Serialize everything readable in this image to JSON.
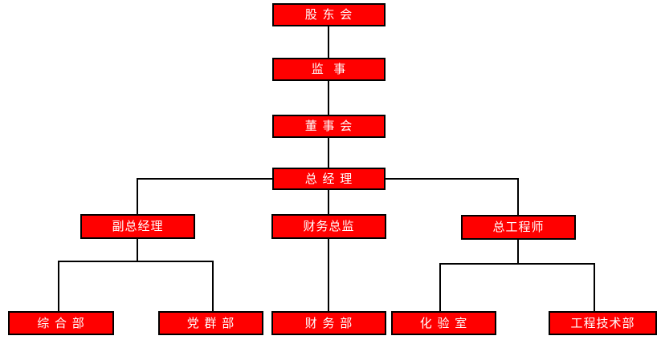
{
  "colors": {
    "node_fill": "#FF0000",
    "node_border": "#000000",
    "node_text": "#FFFFFF",
    "connector": "#000000",
    "background": "#FFFFFF"
  },
  "org_chart": {
    "type": "org-tree",
    "nodes": [
      {
        "id": "shareholders-meeting",
        "label": "股 东 会",
        "level": 1,
        "reports_to": null
      },
      {
        "id": "supervisor",
        "label": "监  事",
        "level": 2,
        "reports_to": "shareholders-meeting"
      },
      {
        "id": "board-of-directors",
        "label": "董 事 会",
        "level": 3,
        "reports_to": "supervisor"
      },
      {
        "id": "general-manager",
        "label": "总 经 理",
        "level": 4,
        "reports_to": "board-of-directors"
      },
      {
        "id": "deputy-general-manager",
        "label": "副总经理",
        "level": 5,
        "reports_to": "general-manager"
      },
      {
        "id": "finance-director",
        "label": "财务总监",
        "level": 5,
        "reports_to": "general-manager"
      },
      {
        "id": "chief-engineer",
        "label": "总工程师",
        "level": 5,
        "reports_to": "general-manager"
      },
      {
        "id": "general-affairs-dept",
        "label": "综 合 部",
        "level": 6,
        "reports_to": "deputy-general-manager"
      },
      {
        "id": "party-masses-dept",
        "label": "党 群 部",
        "level": 6,
        "reports_to": "deputy-general-manager"
      },
      {
        "id": "finance-dept",
        "label": "财 务 部",
        "level": 6,
        "reports_to": "finance-director"
      },
      {
        "id": "laboratory",
        "label": "化 验 室",
        "level": 6,
        "reports_to": "chief-engineer"
      },
      {
        "id": "engineering-tech-dept",
        "label": "工程技术部",
        "level": 6,
        "reports_to": "chief-engineer"
      }
    ]
  }
}
